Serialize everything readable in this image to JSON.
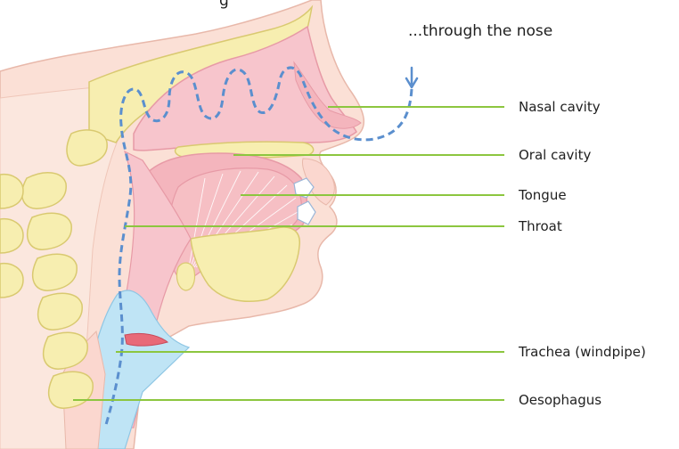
{
  "diagram": {
    "top_caption": "...through the nose",
    "cut_off_text_top": "g",
    "labels": {
      "nasal_cavity": "Nasal cavity",
      "oral_cavity": "Oral cavity",
      "tongue": "Tongue",
      "throat": "Throat",
      "trachea": "Trachea (windpipe)",
      "oesophagus": "Oesophagus"
    }
  },
  "colors": {
    "skin": "#fbe0d6",
    "soft_tissue": "#f4b5bd",
    "cavity_pink": "#f7c5cc",
    "bone": "#f7eeb0",
    "bone_outline": "#d9c970",
    "airway_blue": "#bfe4f5",
    "airflow_arrow": "#5b8fce",
    "leader_line": "#8cc63f",
    "tongue_muscle": "#f6bfc4",
    "teeth": "#ffffff"
  }
}
